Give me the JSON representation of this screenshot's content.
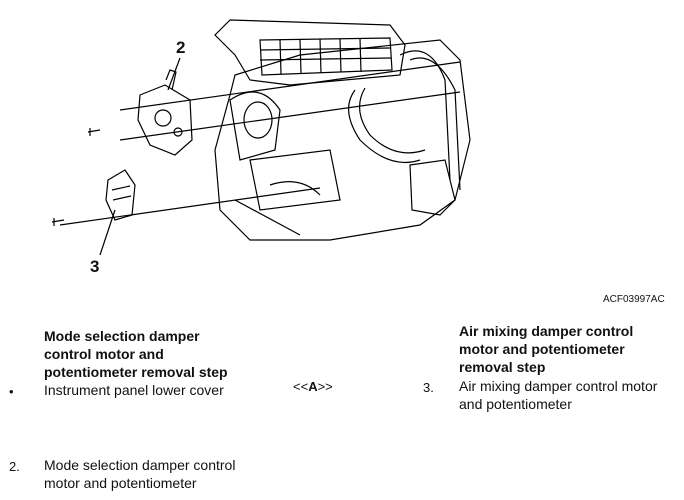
{
  "figure": {
    "callouts": [
      "2",
      "3"
    ],
    "figure_id": "ACF03997AC"
  },
  "left_section": {
    "heading_lines": [
      "Mode selection damper",
      "control motor and",
      "potentiometer removal step"
    ],
    "items": [
      {
        "marker": "•",
        "text_lines": [
          "Instrument panel lower cover"
        ]
      },
      {
        "marker": "2.",
        "text_lines": [
          "Mode selection damper control",
          "motor and potentiometer"
        ]
      }
    ]
  },
  "reference": {
    "prefix": "<<",
    "letter": "A",
    "suffix": ">>"
  },
  "right_section": {
    "heading_lines": [
      "Air mixing damper control",
      "motor and potentiometer",
      "removal step"
    ],
    "items": [
      {
        "marker": "3.",
        "text_lines": [
          "Air mixing damper control motor",
          "and potentiometer"
        ]
      }
    ]
  }
}
